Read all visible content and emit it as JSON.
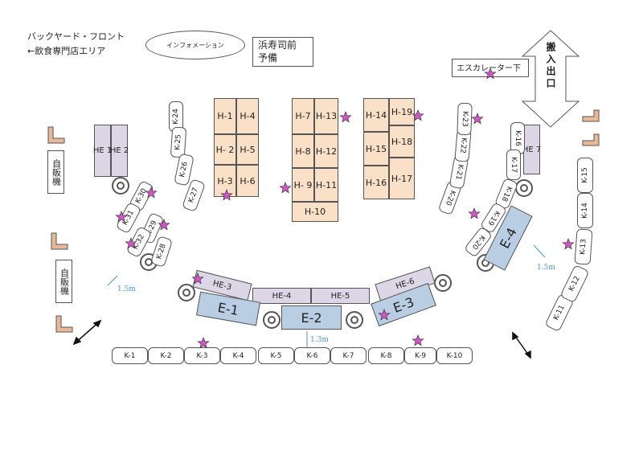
{
  "header": {
    "line1": "バックヤード・フロント",
    "line2": "←飲食専門店エリア"
  },
  "info_label": "インフォメーション",
  "reserve": {
    "line1": "浜寿司前",
    "line2": "予備"
  },
  "escalator": "エスカレーター下",
  "entrance": "搬入出口",
  "vending": "自販機",
  "h_booths": [
    "H-1",
    "H-4",
    "H- 2",
    "H-5",
    "H-3",
    "H-6",
    "H-7",
    "H-13",
    "H-8",
    "H-12",
    "H- 9",
    "H-11",
    "H-10",
    "H-14",
    "H-19",
    "H-18",
    "H-15",
    "H-16",
    "H-17"
  ],
  "he_booths": {
    "he1": "HE 1",
    "he2": "HE 2",
    "he3": "HE-3",
    "he4": "HE-4",
    "he5": "HE-5",
    "he6": "HE-6",
    "he7": "HE 7"
  },
  "e_booths": {
    "e1": "E-1",
    "e2": "E-2",
    "e3": "E-3",
    "e4": "E-4"
  },
  "k_booths": [
    "K-1",
    "K-2",
    "K-3",
    "K-4",
    "K-5",
    "K-6",
    "K-7",
    "K-8",
    "K-9",
    "K-10",
    "K-11",
    "K-12",
    "K-13",
    "K-14",
    "K-15",
    "K-16",
    "K-17",
    "K-18",
    "K-19",
    "K-20",
    "K-21",
    "K-22",
    "K-23",
    "K-24",
    "K-25",
    "K-26",
    "K-27",
    "K-28",
    "K-29",
    "K-30",
    "K-31",
    "K-32"
  ],
  "dimensions": {
    "left": "1.5m",
    "right": "1.5m",
    "center": "1.3m"
  },
  "colors": {
    "h_booth": "#fbe0c8",
    "he_booth": "#ddd6e6",
    "e_booth": "#b9cde3",
    "star": "#d455c8",
    "vending_sign": "#e8b998",
    "measure": "#4a8fc4"
  }
}
